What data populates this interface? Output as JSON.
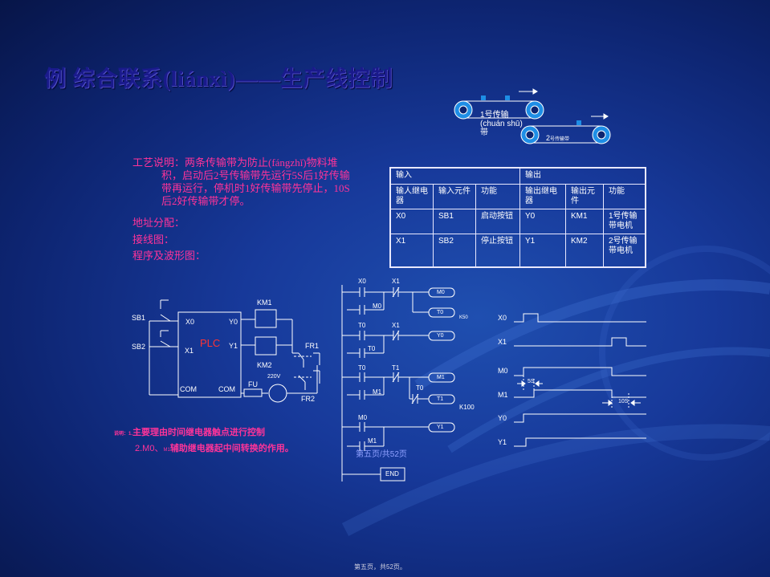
{
  "title": "例  综合联系(liánxì)——生产线控制",
  "conveyor": {
    "label1": "1号传输",
    "label1b": "(chuán shū)",
    "label1c": "带",
    "label2": "2",
    "label2b": "号传输带"
  },
  "process": {
    "line1": "工艺说明：两条传输带为防止(fángzhǐ)物料堆",
    "line2": "积，启动后2号传输带先运行5S后1好传输",
    "line3": "带再运行，停机时1好传输带先停止，10S",
    "line4": "后2好传输带才停。"
  },
  "items": {
    "address": "地址分配：",
    "wiring": "接线图：",
    "program": "程序及波形图："
  },
  "io_table": {
    "input_header": "输入",
    "output_header": "输出",
    "columns": [
      "输人继电器",
      "输入元件",
      "功能",
      "输出继电器",
      "输出元件",
      "功能"
    ],
    "rows": [
      [
        "X0",
        "SB1",
        "启动按钮",
        "Y0",
        "KM1",
        "1号传输带电机"
      ],
      [
        "X1",
        "SB2",
        "停止按钮",
        "Y1",
        "KM2",
        "2号传输带电机"
      ]
    ]
  },
  "wiring": {
    "sb1": "SB1",
    "sb2": "SB2",
    "x0": "X0",
    "x1": "X1",
    "plc": "PLC",
    "y0": "Y0",
    "y1": "Y1",
    "com1": "COM",
    "com2": "COM",
    "km1": "KM1",
    "km2": "KM2",
    "fu": "FU",
    "v220": "220V",
    "fr1": "FR1",
    "fr2": "FR2"
  },
  "ladder": {
    "x0": "X0",
    "x1a": "X1",
    "m0a": "M0",
    "m0coil": "M0",
    "t0coil": "T0",
    "k50": "K50",
    "t0a": "T0",
    "x1b": "X1",
    "t0b": "T0",
    "y0coil": "Y0",
    "t0c": "T0",
    "t1a": "T1",
    "m1a": "M1",
    "m1coil": "M1",
    "t0d": "T0",
    "t1coil": "T1",
    "k100": "K100",
    "m0b": "M0",
    "m1b": "M1",
    "y1coil": "Y1",
    "end": "END"
  },
  "waveform": {
    "x0": "X0",
    "x1": "X1",
    "m0": "M0",
    "m1": "M1",
    "y0": "Y0",
    "y1": "Y1",
    "t5s": "5S",
    "t10s": "10S"
  },
  "notes": {
    "n1a": "说明：1.",
    "n1b": "主要理由时间继电器触点进行控制",
    "n2a": "2.M0、",
    "n2b": "M1",
    "n2c": "辅助继电器起中间转换的作用。"
  },
  "page_note": "第五页/共52页",
  "footer": "第五页，共52页。",
  "colors": {
    "pink": "#ff3399",
    "title": "#1a1a8c",
    "line": "#ffffff"
  }
}
